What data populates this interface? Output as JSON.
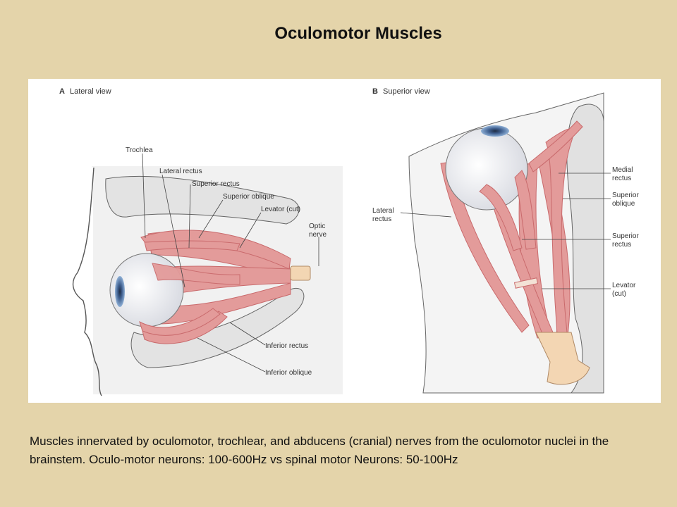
{
  "title": "Oculomotor Muscles",
  "figure": {
    "panel_a": {
      "letter": "A",
      "label": "Lateral view",
      "labels": {
        "trochlea": "Trochlea",
        "lateral_rectus": "Lateral rectus",
        "superior_rectus": "Superior rectus",
        "superior_oblique": "Superior oblique",
        "levator": "Levator (cut)",
        "optic_nerve_1": "Optic",
        "optic_nerve_2": "nerve",
        "inferior_rectus": "Inferior rectus",
        "inferior_oblique": "Inferior oblique"
      }
    },
    "panel_b": {
      "letter": "B",
      "label": "Superior view",
      "labels": {
        "lateral_rectus_1": "Lateral",
        "lateral_rectus_2": "rectus",
        "medial_rectus_1": "Medial",
        "medial_rectus_2": "rectus",
        "superior_oblique_1": "Superior",
        "superior_oblique_2": "oblique",
        "superior_rectus_1": "Superior",
        "superior_rectus_2": "rectus",
        "levator_1": "Levator",
        "levator_2": "(cut)"
      }
    },
    "colors": {
      "muscle": "#e39b9a",
      "muscle_dark": "#c96a6c",
      "bone": "#e8e8e8",
      "eye_white": "#f3f3f5",
      "iris": "#5a7fb0",
      "nerve": "#f3d6b3",
      "outline": "#555555"
    }
  },
  "caption": "Muscles innervated by oculomotor,  trochlear, and abducens (cranial) nerves from the oculomotor nuclei in the brainstem. Oculo-motor neurons: 100-600Hz  vs spinal motor Neurons: 50-100Hz"
}
